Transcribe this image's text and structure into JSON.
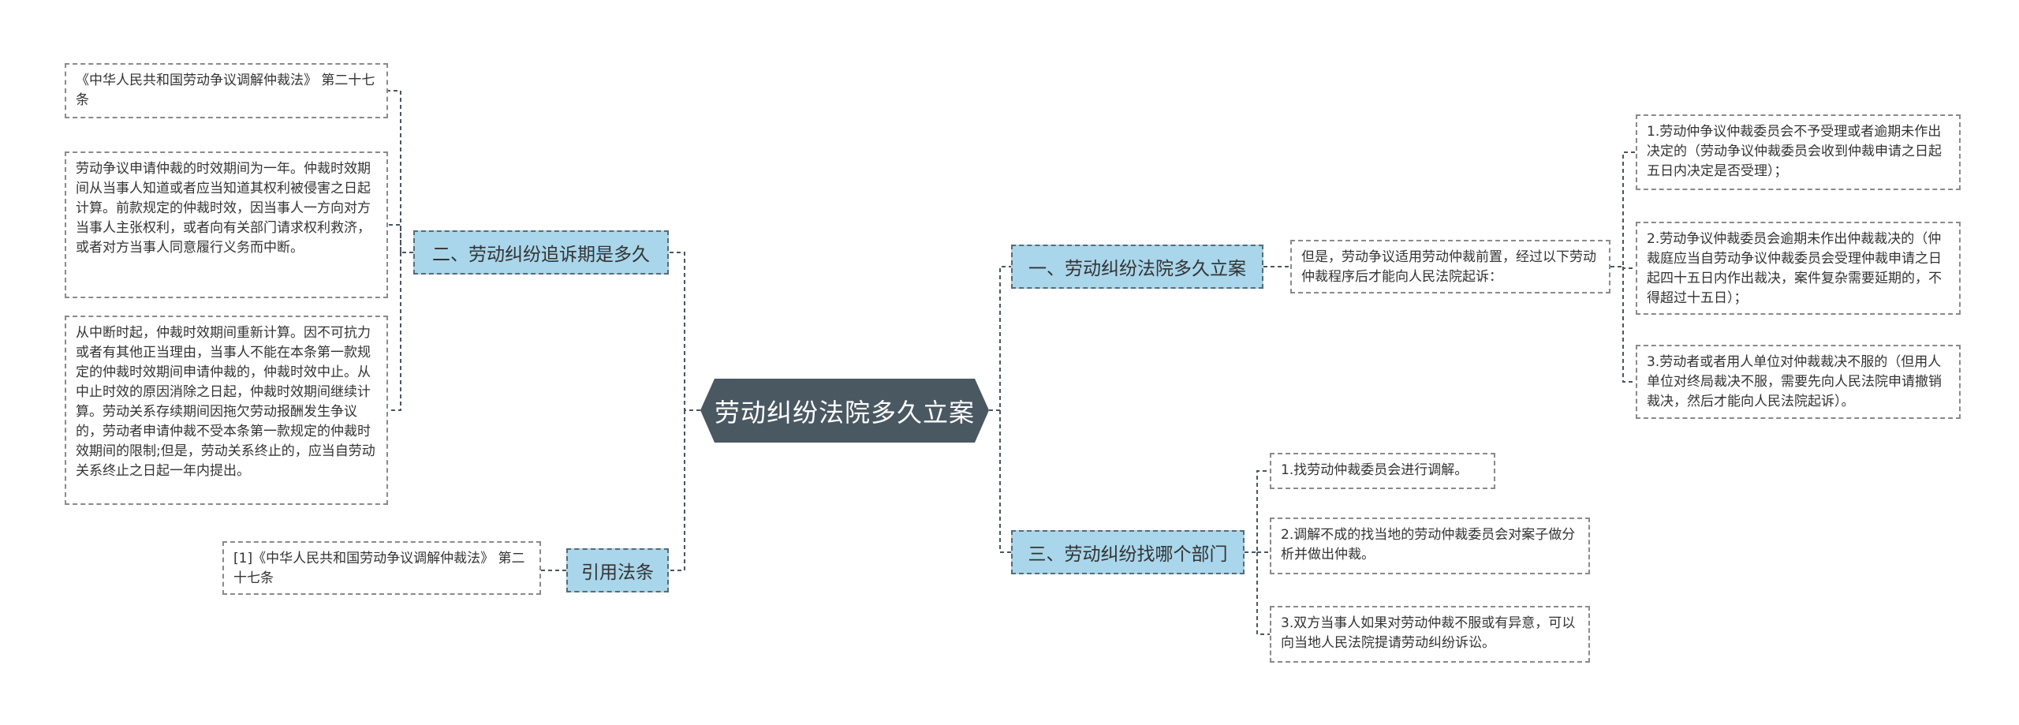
{
  "root": {
    "label": "劳动纠纷法院多久立案"
  },
  "left": {
    "b2": {
      "label": "二、劳动纠纷追诉期是多久",
      "leaves": [
        "《中华人民共和国劳动争议调解仲裁法》 第二十七条",
        "劳动争议申请仲裁的时效期间为一年。仲裁时效期间从当事人知道或者应当知道其权利被侵害之日起计算。前款规定的仲裁时效，因当事人一方向对方当事人主张权利，或者向有关部门请求权利救济，或者对方当事人同意履行义务而中断。",
        "从中断时起，仲裁时效期间重新计算。因不可抗力或者有其他正当理由，当事人不能在本条第一款规定的仲裁时效期间申请仲裁的，仲裁时效中止。从中止时效的原因消除之日起，仲裁时效期间继续计算。劳动关系存续期间因拖欠劳动报酬发生争议的，劳动者申请仲裁不受本条第一款规定的仲裁时效期间的限制;但是，劳动关系终止的，应当自劳动关系终止之日起一年内提出。"
      ]
    },
    "ref": {
      "label": "引用法条",
      "leaves": [
        "[1]《中华人民共和国劳动争议调解仲裁法》 第二十七条"
      ]
    }
  },
  "right": {
    "b1": {
      "label": "一、劳动纠纷法院多久立案",
      "mid": "但是，劳动争议适用劳动仲裁前置，经过以下劳动仲裁程序后才能向人民法院起诉：",
      "leaves": [
        "1.劳动仲争议仲裁委员会不予受理或者逾期未作出决定的（劳动争议仲裁委员会收到仲裁申请之日起五日内决定是否受理）；",
        "2.劳动争议仲裁委员会逾期未作出仲裁裁决的（仲裁庭应当自劳动争议仲裁委员会受理仲裁申请之日起四十五日内作出裁决，案件复杂需要延期的，不得超过十五日）；",
        "3.劳动者或者用人单位对仲裁裁决不服的（但用人单位对终局裁决不服，需要先向人民法院申请撤销裁决，然后才能向人民法院起诉）。"
      ]
    },
    "b3": {
      "label": "三、劳动纠纷找哪个部门",
      "leaves": [
        "1.找劳动仲裁委员会进行调解。",
        "2.调解不成的找当地的劳动仲裁委员会对案子做分析并做出仲裁。",
        "3.双方当事人如果对劳动仲裁不服或有异意，可以向当地人民法院提请劳动纠纷诉讼。"
      ]
    }
  }
}
